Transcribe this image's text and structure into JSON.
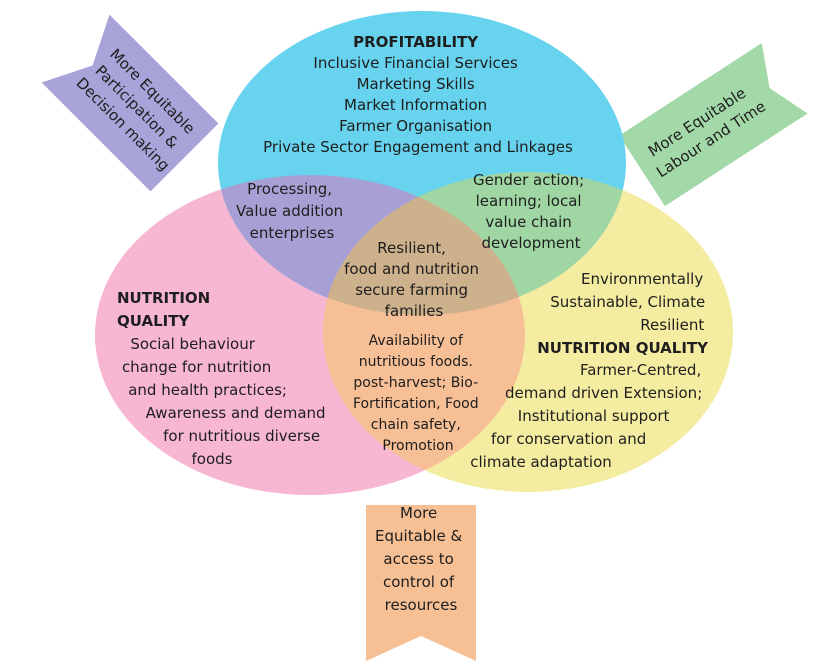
{
  "colors": {
    "profitability": "#67d3ee",
    "nutrition_left": "#f7b6d2",
    "environment_right": "#f4eca0",
    "arrow_participation": "#a8a3d8",
    "arrow_labour": "#a3d8a8",
    "arrow_resources": "#f6bf94"
  },
  "profitability": {
    "title": "PROFITABILITY",
    "lines": [
      "Inclusive Financial Services",
      "Marketing Skills",
      "Market Information",
      "Farmer Organisation",
      "Private Sector Engagement and Linkages"
    ]
  },
  "nutrition_left": {
    "title_lines": [
      "NUTRITION",
      "QUALITY"
    ],
    "lines": [
      "Social behaviour",
      "change for nutrition",
      "and health practices;",
      "Awareness and demand",
      "for nutritious diverse",
      "foods"
    ]
  },
  "environment_right": {
    "top_lines": [
      "Environmentally",
      "Sustainable, Climate",
      "Resilient"
    ],
    "title": "NUTRITION QUALITY",
    "lines": [
      "Farmer-Centred,",
      "demand driven Extension;",
      "Institutional support",
      "for conservation and",
      "climate adaptation"
    ]
  },
  "overlap_processing": {
    "lines": [
      "Processing,",
      "Value addition",
      "enterprises"
    ]
  },
  "overlap_gender": {
    "lines": [
      "Gender action;",
      "learning; local",
      "value chain",
      "development"
    ]
  },
  "overlap_availability": {
    "lines": [
      "Availability of",
      "nutritious foods.",
      "post-harvest; Bio-",
      "Fortification, Food",
      "chain safety,",
      "Promotion"
    ]
  },
  "center": {
    "lines": [
      "Resilient,",
      "food and nutrition",
      "secure farming",
      "families"
    ]
  },
  "arrow_participation": {
    "lines": [
      "More Equitable",
      "Participation &",
      "Decision making"
    ]
  },
  "arrow_labour": {
    "lines": [
      "More Equitable",
      "Labour and Time"
    ]
  },
  "arrow_resources": {
    "lines": [
      "More",
      "Equitable &",
      "access to",
      "control of",
      "resources"
    ]
  }
}
